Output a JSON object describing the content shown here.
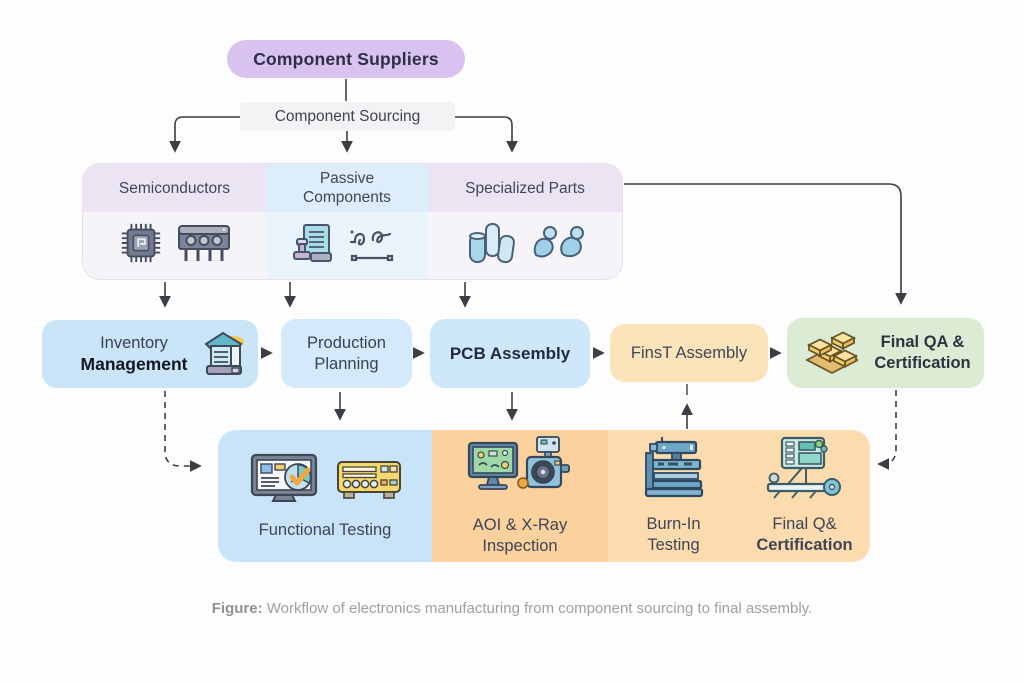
{
  "flow": {
    "suppliers": "Component Suppliers",
    "sourcing": "Component Sourcing"
  },
  "categories": {
    "semiconductors": "Semiconductors",
    "passive_line1": "Passive",
    "passive_line2": "Components",
    "specialized": "Specialized Parts"
  },
  "process": {
    "inventory_line1": "Inventory",
    "inventory_line2": "Management",
    "production_line1": "Production",
    "production_line2": "Planning",
    "pcb": "PCB Assembly",
    "final_assembly": "FinsT Assembly",
    "final_qa_line1": "Final QA &",
    "final_qa_line2": "Certification"
  },
  "testing": {
    "functional": "Functional Testing",
    "aoi_line1": "AOI & X-Ray",
    "aoi_line2": "Inspection",
    "burn_in_line1": "Burn-In",
    "burn_in_line2": "Testing",
    "cert_line1": "Final Q&",
    "cert_line2": "Certification"
  },
  "caption": {
    "prefix": "Figure:",
    "text": "Workflow of electronics manufacturing from component sourcing to final assembly."
  },
  "colors": {
    "suppliers_pill": "#d8c2ef",
    "sourcing_box": "#f3f3f5",
    "category_header_lavender": "#ebe5f3",
    "category_header_blue": "#ddeefa",
    "category_body_lavender": "#f7f4f9",
    "category_body_blue": "#eaf4fc",
    "process_blue": "#c9e5f7",
    "final_assembly_peach": "#fce4ba",
    "final_qa_green": "#dcecd4",
    "testing_blue": "#c9e4f8",
    "aoi_orange": "#fbd19e",
    "burn_cert_orange": "#fcdcae",
    "connector": "#3a3f46",
    "caption_gray": "#9da0a4"
  },
  "icons": {
    "semiconductors": [
      "microchip-icon",
      "ic-package-icon"
    ],
    "passive": [
      "component-stack-icon",
      "resistor-squiggle-icon"
    ],
    "specialized": [
      "capacitor-cylinders-icon",
      "connector-pair-icon"
    ],
    "inventory": "warehouse-icon",
    "final_qa": "pallet-boxes-icon",
    "functional": [
      "monitor-check-icon",
      "test-instrument-icon"
    ],
    "aoi": "aoi-camera-icon",
    "burn_in": "burn-in-machine-icon",
    "final_cert": "conveyor-inspection-icon"
  }
}
